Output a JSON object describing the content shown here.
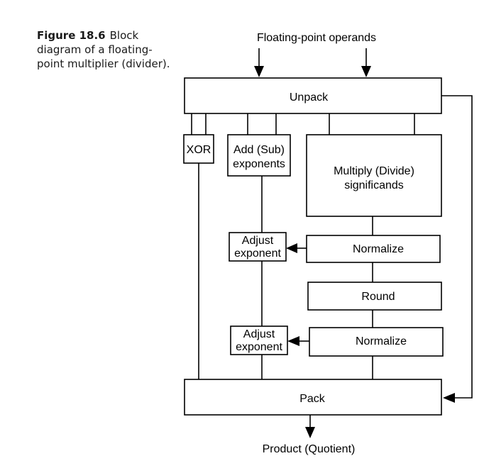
{
  "caption": {
    "figure_label": "Figure 18.6",
    "text": "Block diagram of a floating-point multiplier (divider)."
  },
  "diagram": {
    "input_label": "Floating-point operands",
    "output_label": "Product (Quotient)",
    "blocks": {
      "unpack": "Unpack",
      "xor": "XOR",
      "add_sub_line1": "Add (Sub)",
      "add_sub_line2": "exponents",
      "multiply_line1": "Multiply (Divide)",
      "multiply_line2": "significands",
      "adjust1_line1": "Adjust",
      "adjust1_line2": "exponent",
      "normalize1": "Normalize",
      "round": "Round",
      "adjust2_line1": "Adjust",
      "adjust2_line2": "exponent",
      "normalize2": "Normalize",
      "pack": "Pack"
    }
  }
}
